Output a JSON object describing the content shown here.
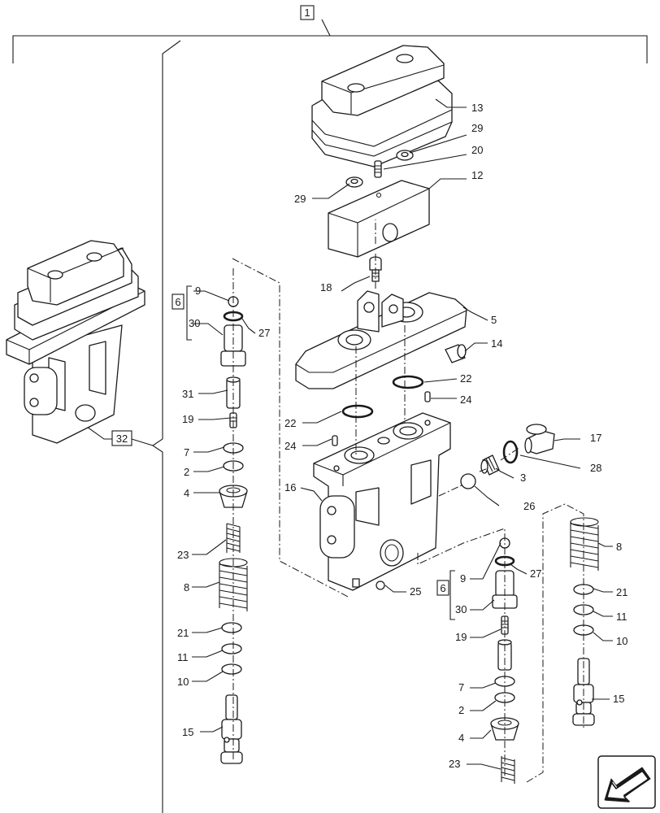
{
  "diagram": {
    "assembly_ref": "1",
    "kit_ref": "6",
    "sub_ref": "32",
    "labels": {
      "l2": "2",
      "l3": "3",
      "l4": "4",
      "l5": "5",
      "l7": "7",
      "l8": "8",
      "l9": "9",
      "l10": "10",
      "l11": "11",
      "l12": "12",
      "l13": "13",
      "l14": "14",
      "l15": "15",
      "l16": "16",
      "l17": "17",
      "l18": "18",
      "l19": "19",
      "l20": "20",
      "l21": "21",
      "l22": "22",
      "l23": "23",
      "l24": "24",
      "l25": "25",
      "l26": "26",
      "l27": "27",
      "l28": "28",
      "l29": "29",
      "l30": "30",
      "l31": "31"
    }
  }
}
